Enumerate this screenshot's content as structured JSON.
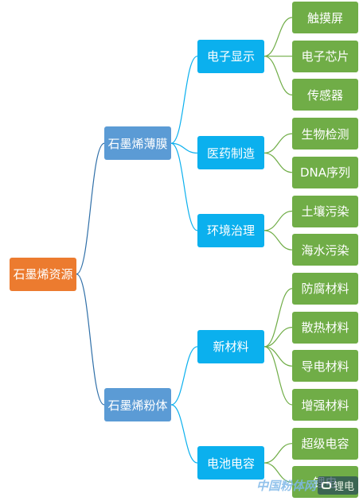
{
  "root": {
    "label": "石墨烯资源"
  },
  "branches": [
    {
      "label": "石墨烯薄膜",
      "children": [
        {
          "label": "电子显示",
          "children": [
            "触摸屏",
            "电子芯片",
            "传感器"
          ]
        },
        {
          "label": "医药制造",
          "children": [
            "生物检测",
            "DNA序列"
          ]
        },
        {
          "label": "环境治理",
          "children": [
            "土壤污染",
            "海水污染"
          ]
        }
      ]
    },
    {
      "label": "石墨烯粉体",
      "children": [
        {
          "label": "新材料",
          "children": [
            "防腐材料",
            "散热材料",
            "导电材料",
            "增强材料"
          ]
        },
        {
          "label": "电池电容",
          "children": [
            "超级电容",
            "锂电"
          ]
        }
      ]
    }
  ],
  "colors": {
    "root": "#ec7b2f",
    "level1": "#5b9bd5",
    "level2": "#0bb0ee",
    "level3": "#70ad47",
    "link_root": "#2f6fa8",
    "link_level1": "#0bb0ee",
    "link_level2": "#70ad47"
  },
  "watermark": {
    "text": "中国粉体网",
    "badge": "锂电"
  }
}
